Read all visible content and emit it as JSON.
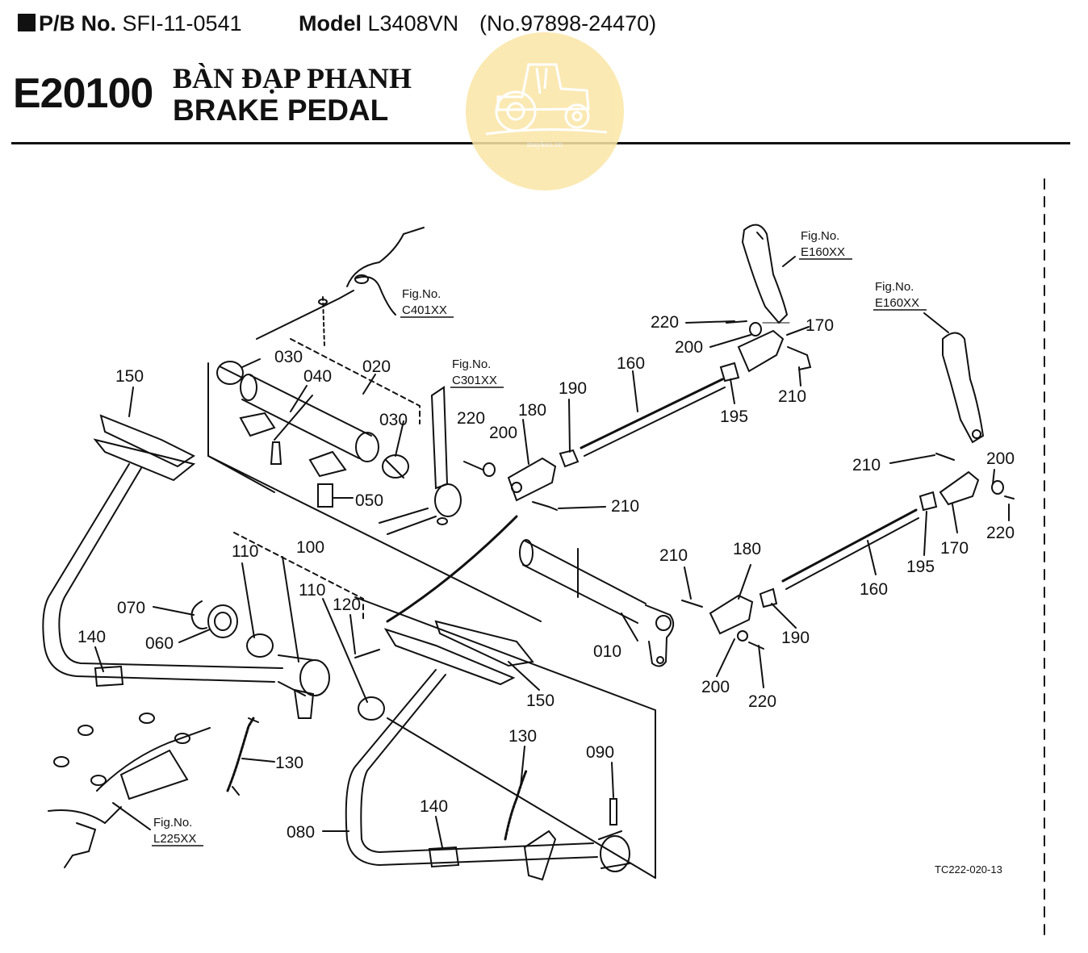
{
  "header": {
    "pb_label": "P/B No.",
    "pb_value": "SFI-11-0541",
    "model_label": "Model",
    "model_value": "L3408VN",
    "serial": "(No.97898-24470)"
  },
  "title": {
    "code": "E20100",
    "name_vn": "BÀN ĐẠP PHANH",
    "name_en": "BRAKE PEDAL"
  },
  "watermark": {
    "text": "maykeo.vn",
    "icon": "tractor-logo-icon",
    "color": "#fbe6a6"
  },
  "fig_refs": [
    {
      "label": "Fig.No.",
      "code": "C401XX"
    },
    {
      "label": "Fig.No.",
      "code": "C301XX"
    },
    {
      "label": "Fig.No.",
      "code": "E160XX"
    },
    {
      "label": "Fig.No.",
      "code": "E160XX"
    },
    {
      "label": "Fig.No.",
      "code": "L225XX"
    }
  ],
  "parts": [
    "150",
    "030",
    "040",
    "020",
    "030",
    "050",
    "220",
    "200",
    "180",
    "190",
    "160",
    "220",
    "200",
    "170",
    "195",
    "210",
    "210",
    "210",
    "200",
    "220",
    "195",
    "170",
    "160",
    "210",
    "180",
    "190",
    "200",
    "220",
    "010",
    "110",
    "100",
    "110",
    "120",
    "070",
    "060",
    "140",
    "130",
    "150",
    "130",
    "090",
    "140",
    "080"
  ],
  "drawing_code": "TC222-020-13"
}
